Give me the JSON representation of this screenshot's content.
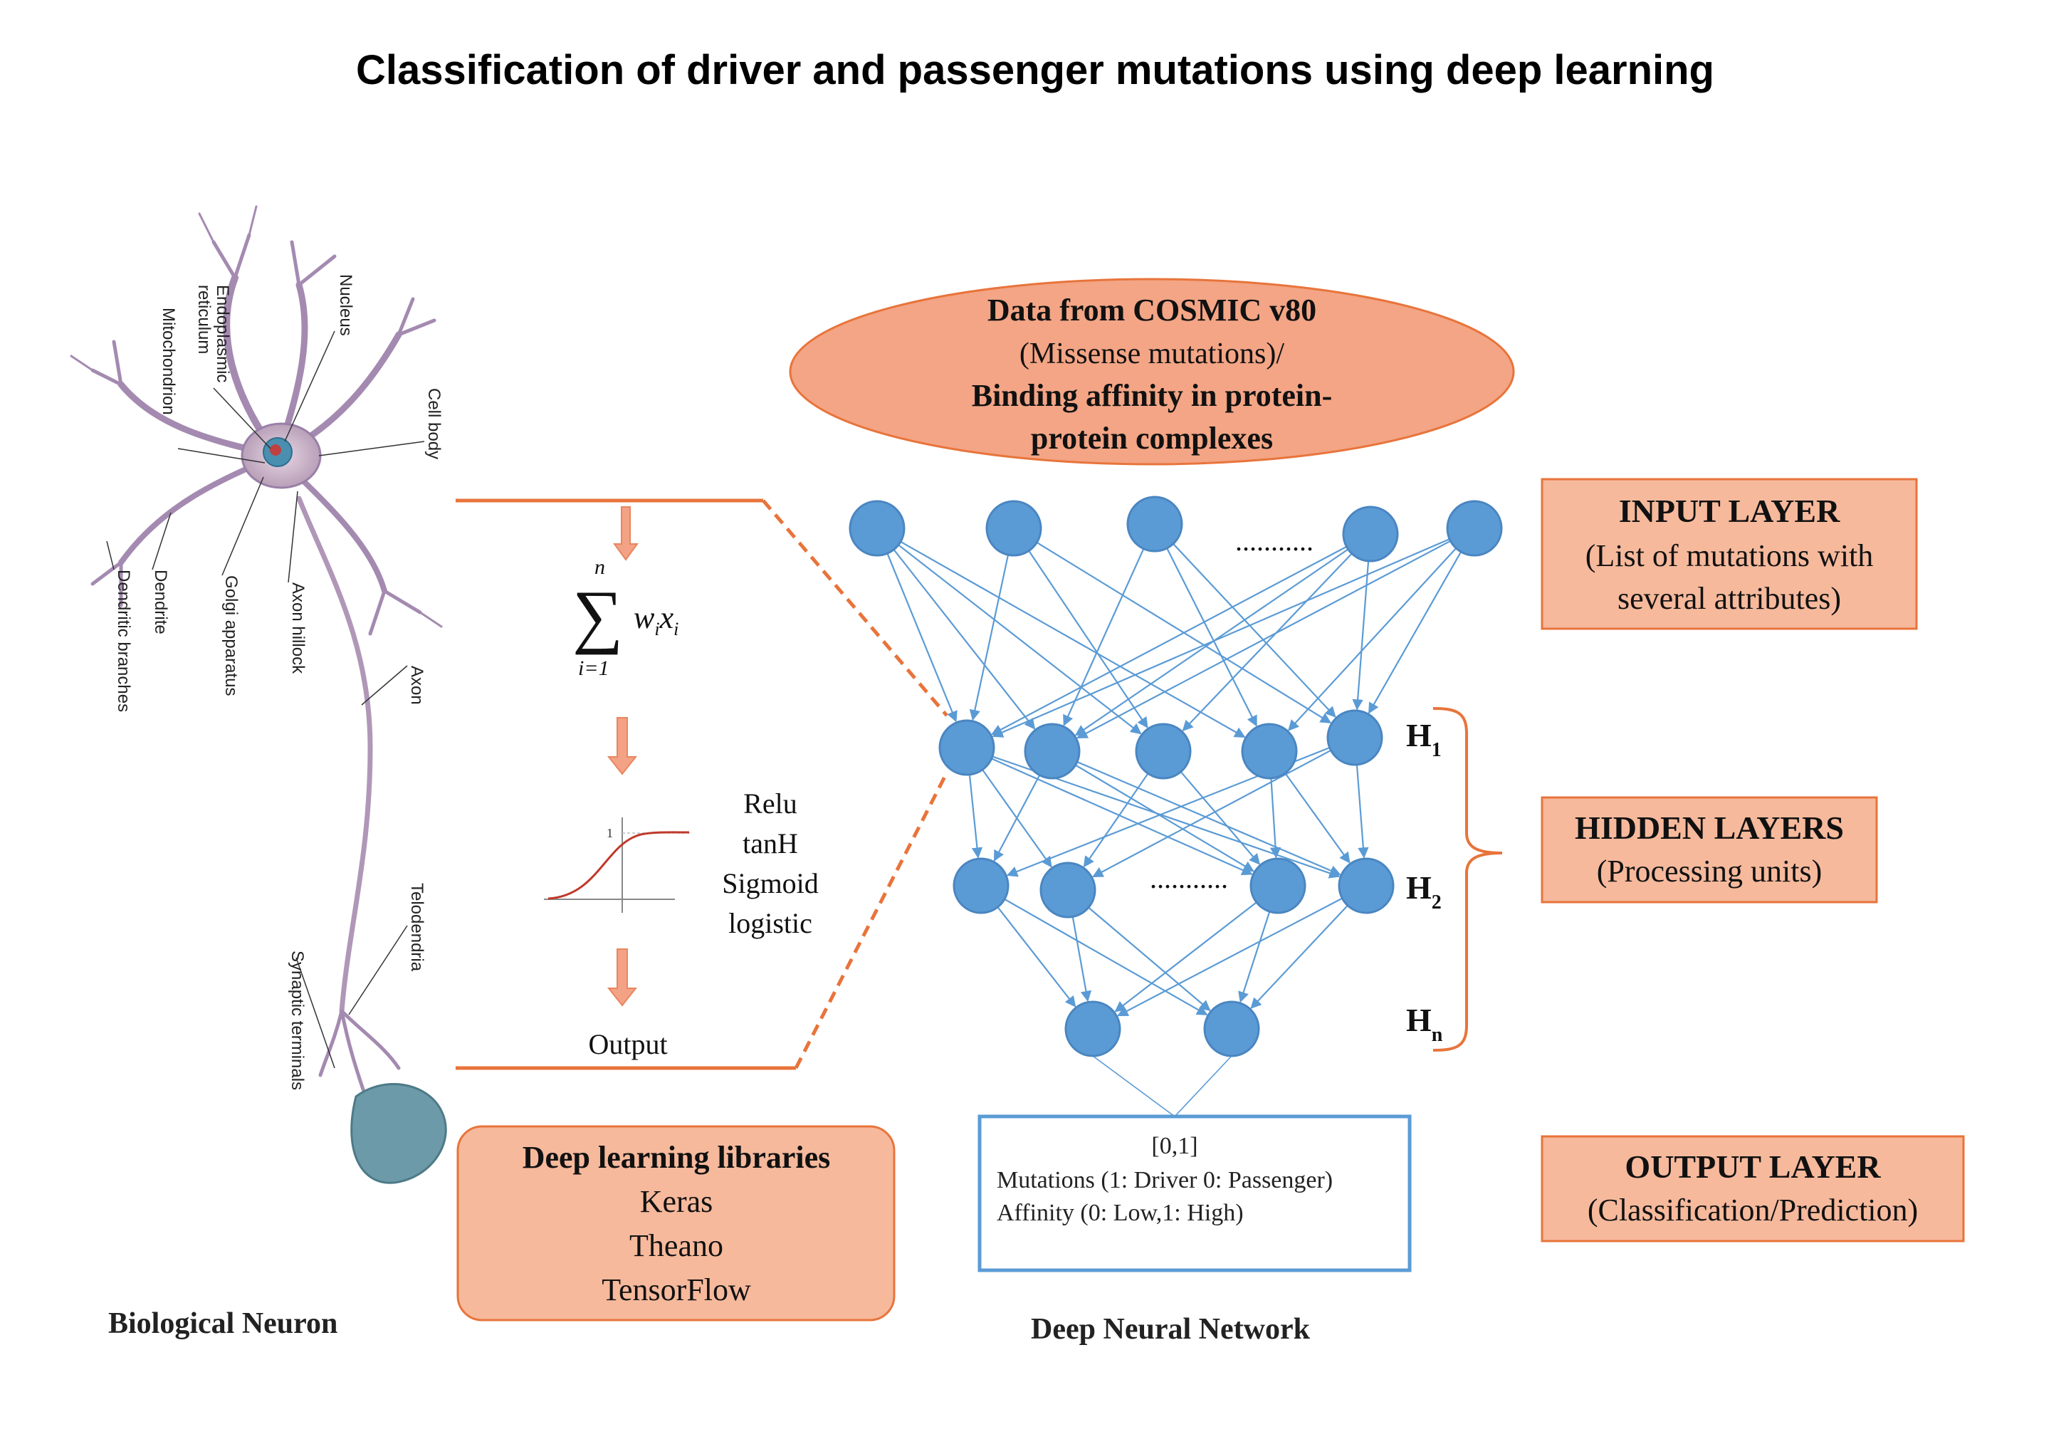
{
  "title": "Classification of driver and passenger mutations using deep learning",
  "colors": {
    "accent": "#e8743b",
    "node": "#5b9bd5",
    "node_stroke": "#4a86c1",
    "box_fill": "#f6b99c",
    "output_box_border": "#5b9bd5"
  },
  "neuron": {
    "labels": [
      "Nucleus",
      "Endoplasmic",
      "reticulum",
      "Mitochondrion",
      "Cell body",
      "Dendrite",
      "Dendritic branches",
      "Golgi apparatus",
      "Axon hillock",
      "Axon",
      "Telodendria",
      "Synaptic terminals"
    ],
    "caption": "Biological Neuron"
  },
  "formula": {
    "n": "n",
    "lower": "i=1",
    "term": "w",
    "sub": "i",
    "var": "x",
    "varsub": "i"
  },
  "sigmoid_tick": "1",
  "activations": [
    "Relu",
    "tanH",
    "Sigmoid",
    "logistic"
  ],
  "output_label": "Output",
  "data_source": {
    "line1": "Data from COSMIC v80",
    "line2": "(Missense mutations)/",
    "line3": "Binding affinity in protein-",
    "line4": "protein complexes"
  },
  "network": {
    "dots_input": "...........",
    "dots_hidden": "...........",
    "layer_names": [
      {
        "main": "H",
        "sub": "1"
      },
      {
        "main": "H",
        "sub": "2"
      },
      {
        "main": "H",
        "sub": "n"
      }
    ],
    "caption": "Deep Neural Network"
  },
  "output_box": {
    "line1": "[0,1]",
    "line2": "Mutations (1: Driver 0: Passenger)",
    "line3": "Affinity (0: Low,1: High)"
  },
  "libraries": {
    "heading": "Deep learning libraries",
    "items": [
      "Keras",
      "Theano",
      "TensorFlow"
    ]
  },
  "legend": {
    "input": {
      "title": "INPUT LAYER",
      "line1": "(List of mutations with",
      "line2": "several attributes)"
    },
    "hidden": {
      "title": "HIDDEN LAYERS",
      "line1": "(Processing units)"
    },
    "output": {
      "title": "OUTPUT LAYER",
      "line1": "(Classification/Prediction)"
    }
  }
}
